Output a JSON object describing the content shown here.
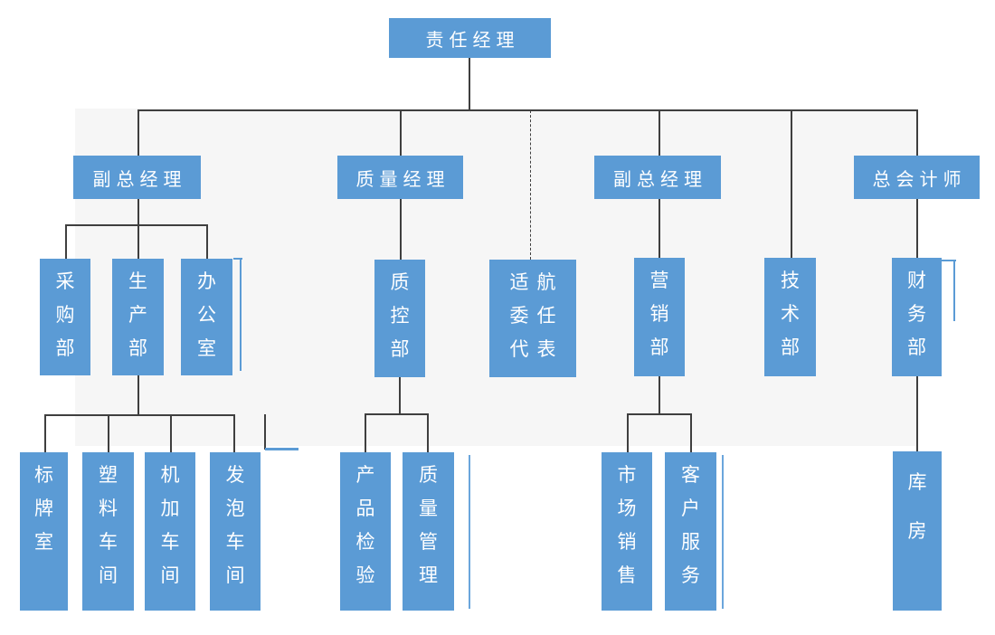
{
  "colors": {
    "accent": "#5b9bd5",
    "line": "#3f3f3f",
    "panel": "#f6f6f6",
    "lightblue": "#6ba6dc",
    "boxtext": "#ffffff"
  },
  "org": {
    "root": {
      "label": "责任经理"
    },
    "level2": [
      {
        "label": "副总经理"
      },
      {
        "label": "质量经理"
      },
      {
        "label": "副总经理"
      },
      {
        "label": "总会计师"
      }
    ],
    "level3": [
      {
        "label": "采购部"
      },
      {
        "label": "生产部"
      },
      {
        "label": "办公室"
      },
      {
        "label": "质控部"
      },
      {
        "label": "适航委任代表",
        "columns": [
          "适委代",
          "航任表"
        ]
      },
      {
        "label": "营销部"
      },
      {
        "label": "技术部"
      },
      {
        "label": "财务部"
      }
    ],
    "level4": [
      {
        "label": "标牌室"
      },
      {
        "label": "塑料车间"
      },
      {
        "label": "机加车间"
      },
      {
        "label": "发泡车间"
      },
      {
        "label": "产品检验"
      },
      {
        "label": "质量管理"
      },
      {
        "label": "市场销售"
      },
      {
        "label": "客户服务"
      },
      {
        "label": "库房"
      }
    ]
  }
}
